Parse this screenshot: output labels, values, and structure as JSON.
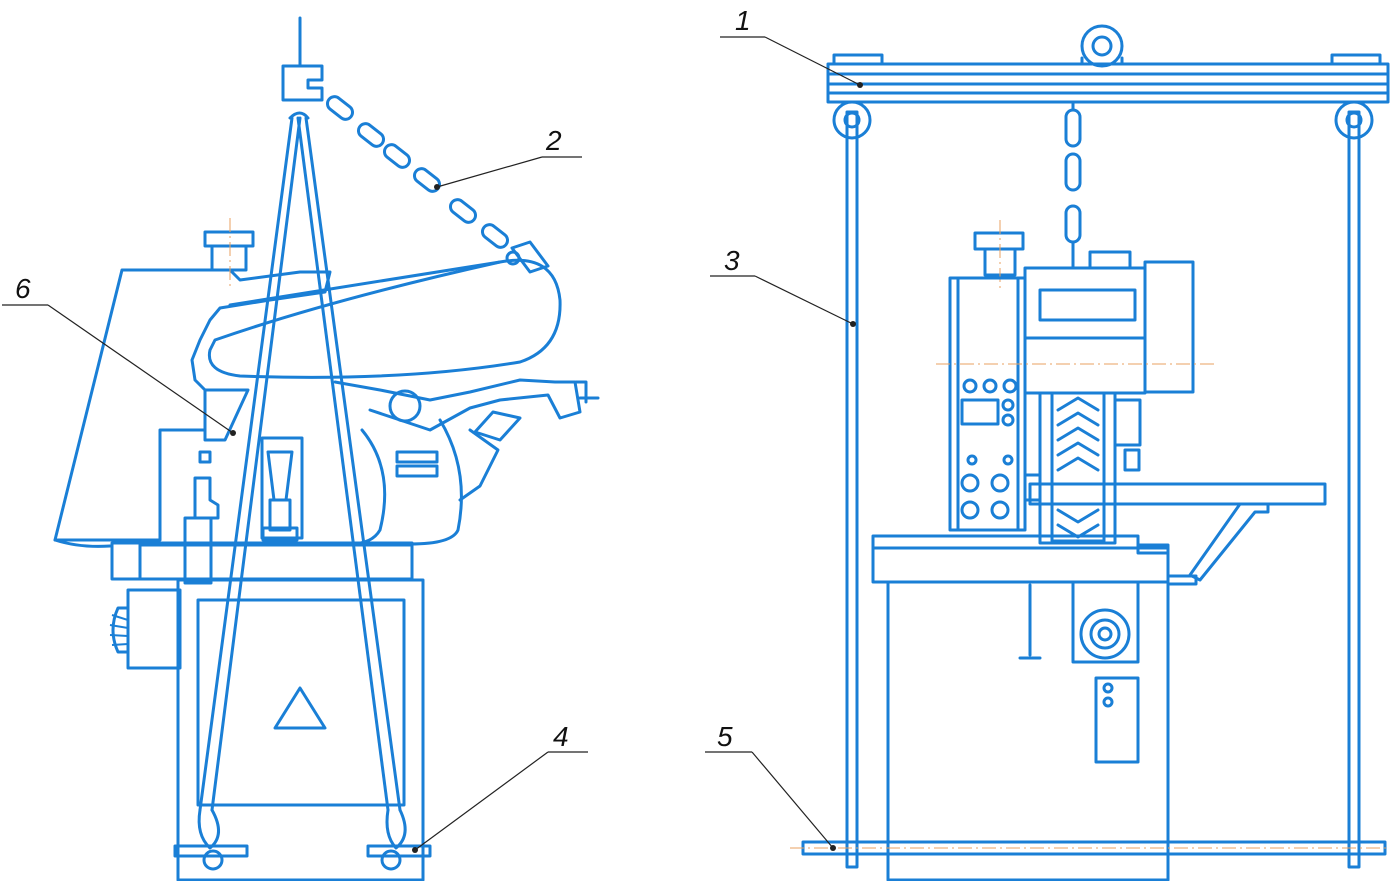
{
  "callouts": [
    {
      "id": "1",
      "text": "1"
    },
    {
      "id": "2",
      "text": "2"
    },
    {
      "id": "3",
      "text": "3"
    },
    {
      "id": "4",
      "text": "4"
    },
    {
      "id": "5",
      "text": "5"
    },
    {
      "id": "6",
      "text": "6"
    }
  ],
  "colors": {
    "line": "#1a7fd6",
    "leader": "#222222",
    "axis": "#e8a060",
    "background": "#ffffff"
  }
}
